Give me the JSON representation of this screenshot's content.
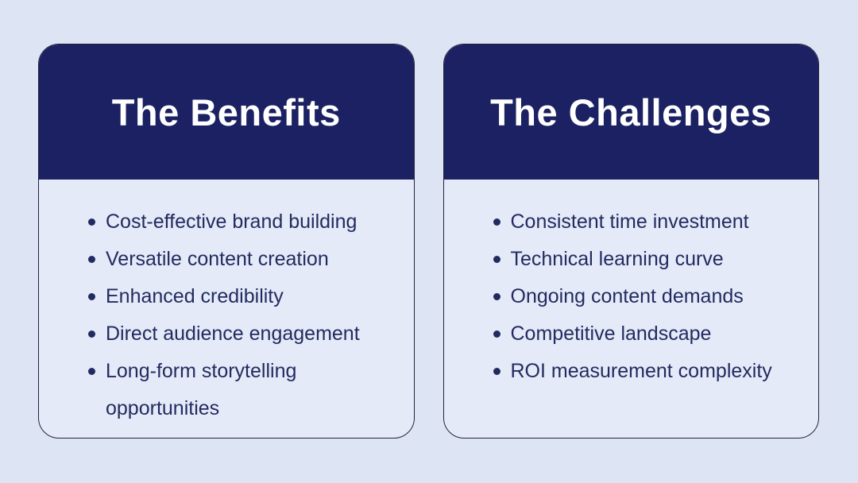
{
  "colors": {
    "background": "#dde4f4",
    "header_bg": "#1b2162",
    "card_bg": "#e4eaf8",
    "text": "#222b5f",
    "border": "#23233f",
    "title": "#ffffff"
  },
  "cards": [
    {
      "title": "The Benefits",
      "items": [
        "Cost-effective brand building",
        "Versatile content creation",
        "Enhanced credibility",
        "Direct audience engagement",
        "Long-form storytelling opportunities"
      ]
    },
    {
      "title": "The Challenges",
      "items": [
        "Consistent time investment",
        "Technical learning curve",
        "Ongoing content demands",
        "Competitive landscape",
        "ROI measurement complexity"
      ]
    }
  ]
}
